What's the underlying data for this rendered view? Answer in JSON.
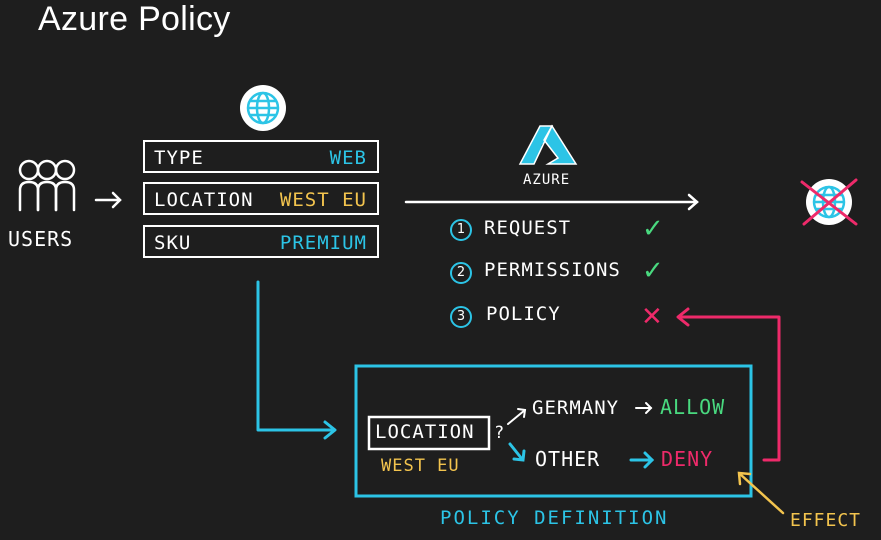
{
  "title": "Azure Policy",
  "users": {
    "label": "USERS"
  },
  "request_properties": [
    {
      "key": "TYPE",
      "value": "WEB",
      "value_color": "#2cc4e6"
    },
    {
      "key": "LOCATION",
      "value": "WEST EU",
      "value_color": "#f3c44e"
    },
    {
      "key": "SKU",
      "value": "PREMIUM",
      "value_color": "#2cc4e6"
    }
  ],
  "azure": {
    "label": "AZURE"
  },
  "steps": [
    {
      "number": "1",
      "label": "REQUEST",
      "status": "✓",
      "status_color": "#49d97f"
    },
    {
      "number": "2",
      "label": "PERMISSIONS",
      "status": "✓",
      "status_color": "#49d97f"
    },
    {
      "number": "3",
      "label": "POLICY",
      "status": "✕",
      "status_color": "#ee2a6a"
    }
  ],
  "policy_definition": {
    "caption": "POLICY DEFINITION",
    "condition_field": "LOCATION",
    "condition_value": "WEST EU",
    "question_mark": "?",
    "rules": [
      {
        "match": "GERMANY",
        "effect": "ALLOW",
        "effect_color": "#49d97f"
      },
      {
        "match": "OTHER",
        "effect": "DENY",
        "effect_color": "#ee2a6a"
      }
    ]
  },
  "effect_label": "EFFECT",
  "colors": {
    "background": "#1e1e1e",
    "cyan": "#2cc4e6",
    "yellow": "#f3c44e",
    "green": "#49d97f",
    "pink": "#ee2a6a",
    "white": "#ffffff"
  },
  "icons": [
    "users-icon",
    "globe-icon",
    "azure-logo-icon",
    "blocked-globe-icon"
  ]
}
